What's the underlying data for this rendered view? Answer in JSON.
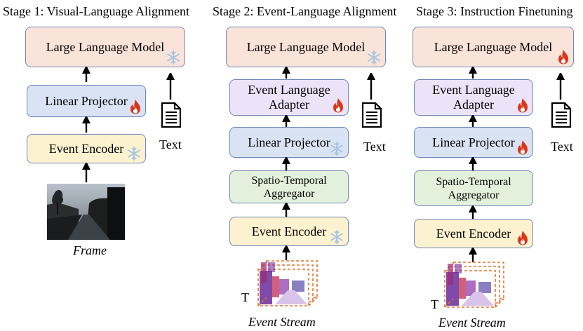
{
  "stages": [
    {
      "title": "Stage 1: Visual-Language Alignment",
      "llm": "Large Language Model",
      "projector": "Linear Projector",
      "encoder": "Event Encoder",
      "text_label": "Text",
      "input_caption": "Frame",
      "trainable": {
        "llm": false,
        "projector": true,
        "encoder": false
      }
    },
    {
      "title": "Stage 2: Event-Language Alignment",
      "llm": "Large Language Model",
      "adapter": "Event Language Adapter",
      "projector": "Linear Projector",
      "aggregator": "Spatio-Temporal Aggregator",
      "encoder": "Event Encoder",
      "text_label": "Text",
      "input_caption": "Event Stream",
      "time_label": "T",
      "trainable": {
        "llm": false,
        "adapter": true,
        "projector": false,
        "encoder": false
      }
    },
    {
      "title": "Stage 3: Instruction Finetuning",
      "llm": "Large Language Model",
      "adapter": "Event Language Adapter",
      "projector": "Linear Projector",
      "aggregator": "Spatio-Temporal Aggregator",
      "encoder": "Event Encoder",
      "text_label": "Text",
      "input_caption": "Event Stream",
      "time_label": "T",
      "trainable": {
        "llm": true,
        "adapter": true,
        "projector": true,
        "encoder": true
      }
    }
  ],
  "legend_icons": {
    "trainable": "flame-icon",
    "frozen": "snowflake-icon"
  },
  "colors": {
    "llm": "#fae3d8",
    "projector": "#d9e3f4",
    "encoder": "#fdf2cf",
    "adapter": "#ece3f8",
    "aggregator": "#e3f1dc",
    "border": "#6d86b8",
    "flame": "#d9371c",
    "snowflake": "#a9c6e2"
  }
}
